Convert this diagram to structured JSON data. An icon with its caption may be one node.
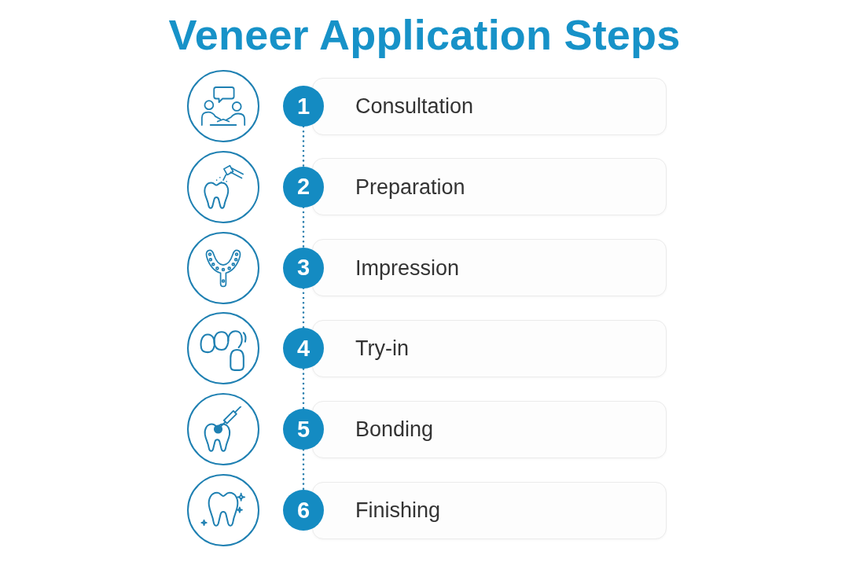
{
  "diagram": {
    "title": "Veneer Application Steps",
    "nodes": [
      {
        "text": [],
        "shape": "picture"
      },
      {
        "text": [
          "1"
        ]
      },
      {
        "text": [
          "Consultation"
        ]
      },
      {
        "text": [],
        "shape": "picture"
      },
      {
        "text": [
          "2"
        ]
      },
      {
        "text": [
          "Preparation"
        ]
      },
      {
        "text": [],
        "shape": "picture"
      },
      {
        "text": [
          "3"
        ]
      },
      {
        "text": [
          "Impression"
        ]
      },
      {
        "text": [],
        "shape": "picture"
      },
      {
        "text": [
          "4"
        ]
      },
      {
        "text": [
          "Try-in"
        ]
      },
      {
        "text": [],
        "shape": "picture"
      },
      {
        "text": [
          "5"
        ]
      },
      {
        "text": [
          "Bonding"
        ]
      },
      {
        "text": [],
        "shape": "picture"
      },
      {
        "text": [
          "6"
        ]
      },
      {
        "text": [
          "Finishing"
        ]
      }
    ],
    "edges": [
      {
        "from": 1,
        "to": 4,
        "arrow": "none",
        "style": "dashed"
      },
      {
        "from": 4,
        "to": 7,
        "arrow": "none",
        "style": "dashed"
      },
      {
        "from": 7,
        "to": 10,
        "arrow": "none",
        "style": "dashed"
      },
      {
        "from": 10,
        "to": 13,
        "arrow": "none",
        "style": "dashed"
      },
      {
        "from": 13,
        "to": 16,
        "arrow": "none",
        "style": "dashed"
      }
    ]
  }
}
